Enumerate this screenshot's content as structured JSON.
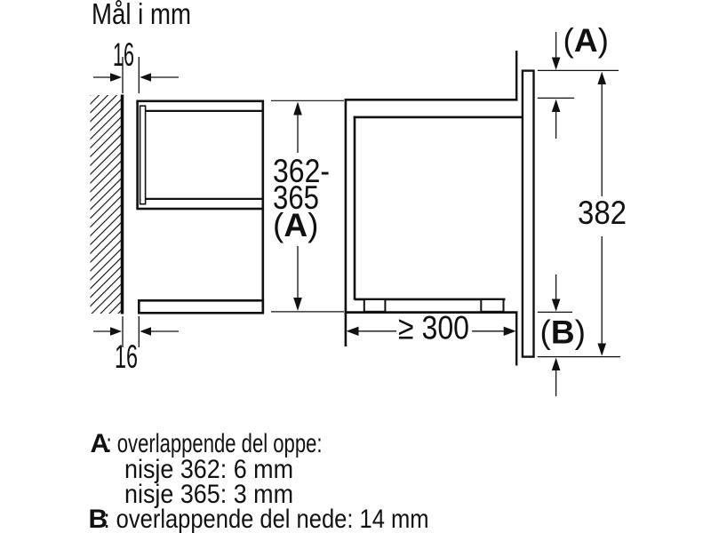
{
  "title": "Mål i mm",
  "dims": {
    "gap_top": "16",
    "gap_bottom": "16",
    "niche_height_line1": "362-",
    "niche_height_line2": "365",
    "depth_min": "≥ 300",
    "frame_height": "382"
  },
  "labels": {
    "a_open": "(",
    "a_letter": "A",
    "a_close": ")",
    "b_open": "(",
    "b_letter": "B",
    "b_close": ")"
  },
  "legend": {
    "a_key": "A",
    "a_text": ": overlappende del oppe:",
    "a_item1": "nisje 362: 6 mm",
    "a_item2": "nisje 365: 3 mm",
    "b_key": "B",
    "b_text": ": overlappende del nede: 14 mm"
  },
  "colors": {
    "line": "#111111",
    "background": "#ffffff"
  }
}
